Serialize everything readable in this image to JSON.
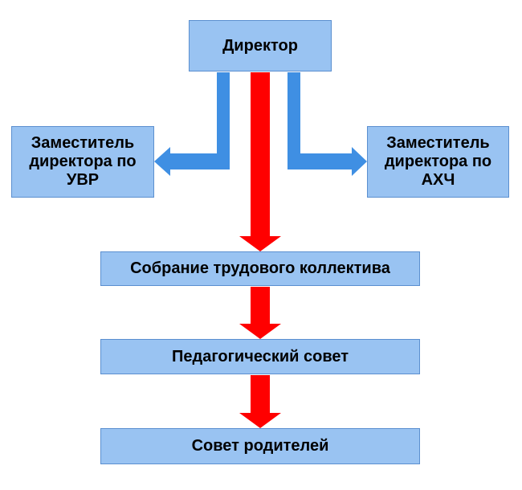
{
  "nodes": {
    "director": "Директор",
    "deputy_uvr": "Заместитель директора по УВР",
    "deputy_ahch": "Заместитель директора по АХЧ",
    "labor_assembly": "Собрание трудового коллектива",
    "pedagogical_council": "Педагогический совет",
    "parents_council": "Совет родителей"
  },
  "colors": {
    "box_fill": "#99c3f2",
    "box_border": "#5b8fcf",
    "primary_arrow": "#ff0000",
    "secondary_arrow": "#3f8fe3"
  },
  "edges": [
    {
      "from": "director",
      "to": "deputy_uvr",
      "style": "blue"
    },
    {
      "from": "director",
      "to": "deputy_ahch",
      "style": "blue"
    },
    {
      "from": "director",
      "to": "labor_assembly",
      "style": "red"
    },
    {
      "from": "labor_assembly",
      "to": "pedagogical_council",
      "style": "red"
    },
    {
      "from": "pedagogical_council",
      "to": "parents_council",
      "style": "red"
    }
  ]
}
